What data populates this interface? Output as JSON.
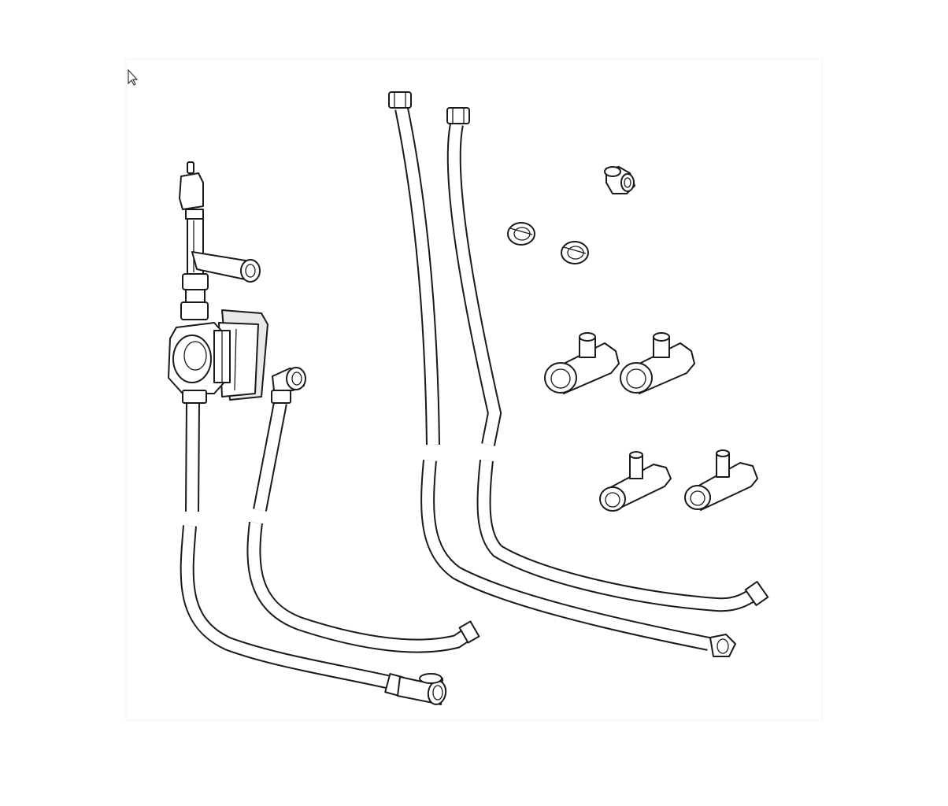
{
  "diagram": {
    "kind": "exploded-parts-illustration",
    "parts": [
      {
        "name": "circulation-pump-assembly",
        "icon": "pump-icon"
      },
      {
        "name": "automatic-air-vent",
        "icon": "air-vent-icon"
      },
      {
        "name": "flexible-hose",
        "count": 4,
        "icon": "hose-icon"
      },
      {
        "name": "elbow-fitting",
        "count": 2,
        "icon": "elbow-icon"
      },
      {
        "name": "compression-ring",
        "count": 2,
        "icon": "ring-icon"
      },
      {
        "name": "tee-fitting-large",
        "count": 2,
        "icon": "tee-icon"
      },
      {
        "name": "tee-fitting-small",
        "count": 2,
        "icon": "tee-icon"
      }
    ],
    "cursor_icon": "arrow-cursor-icon",
    "colors": {
      "line": "#1a1a1a",
      "paper": "#ffffff",
      "shade": "#e9e9e9"
    }
  }
}
